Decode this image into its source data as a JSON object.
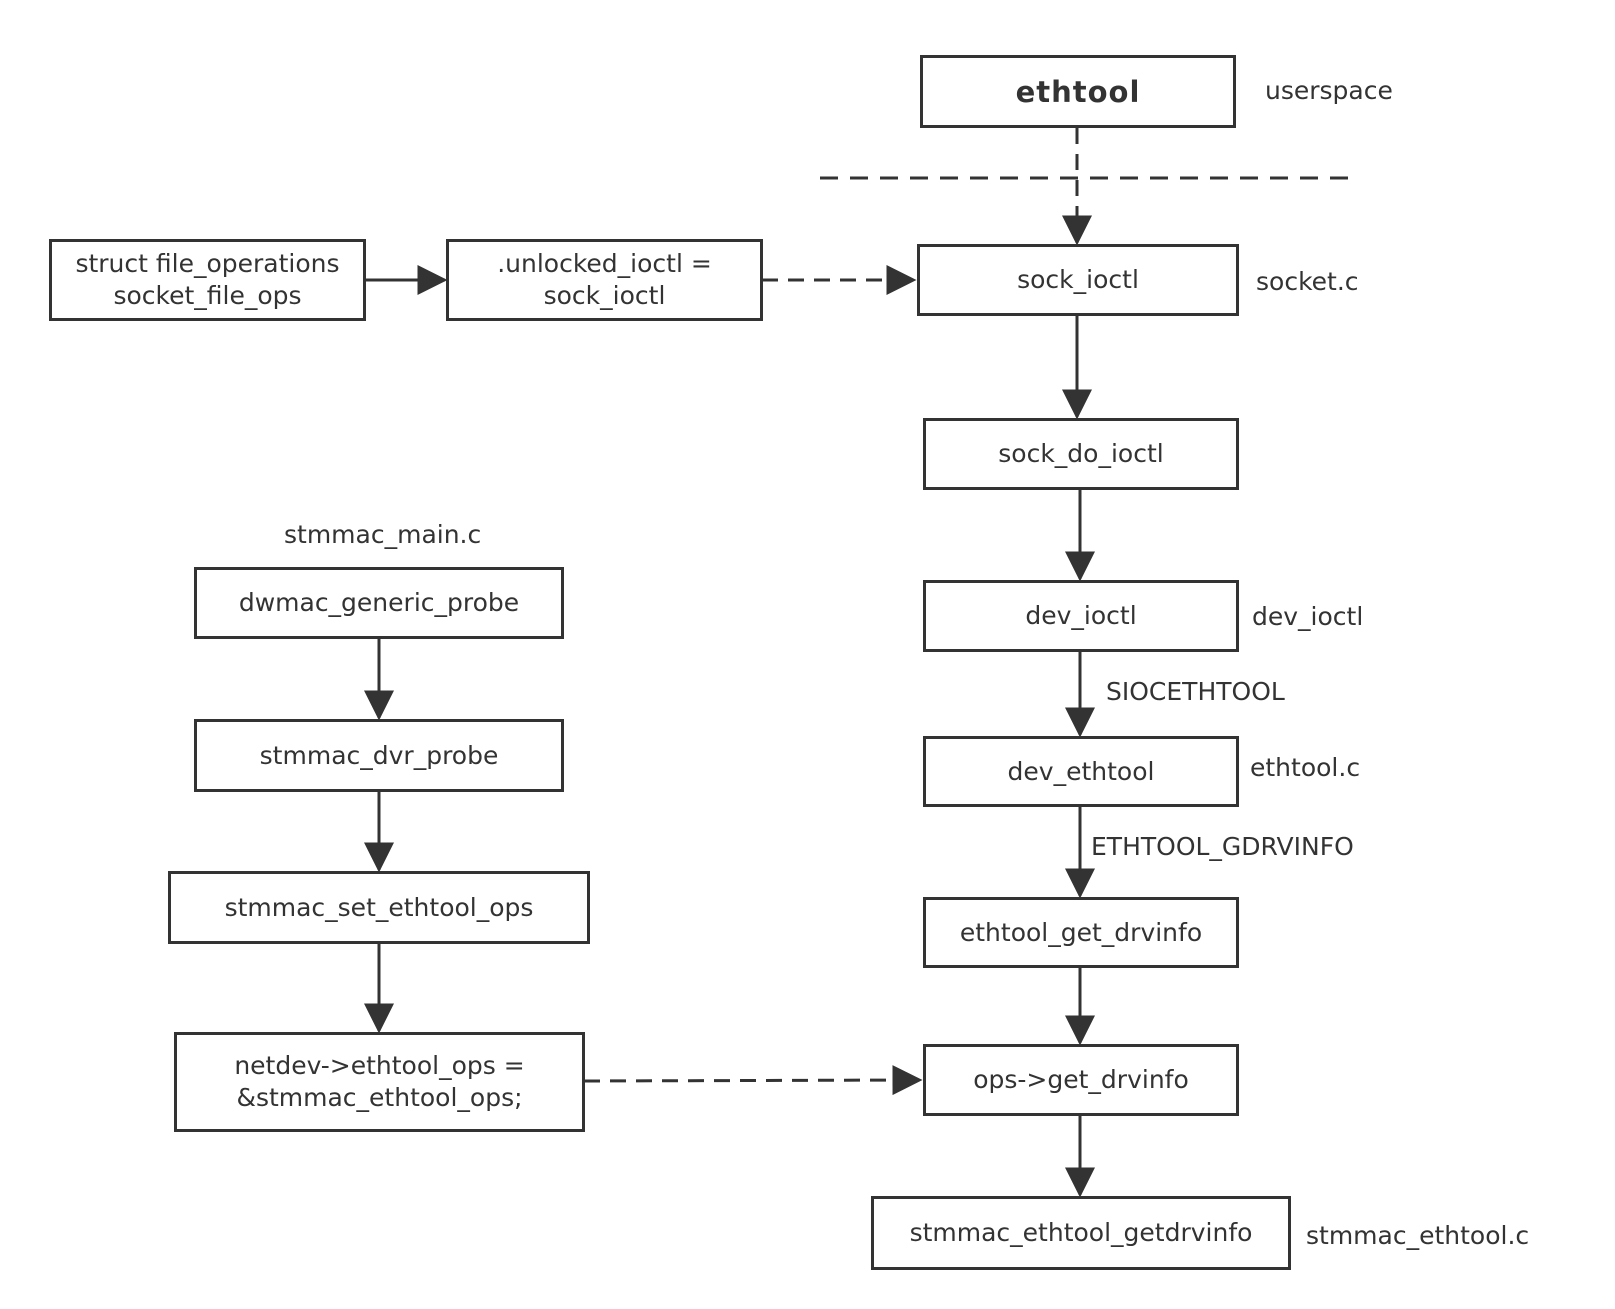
{
  "colors": {
    "stroke": "#333333",
    "background": "#ffffff",
    "text": "#333333"
  },
  "nodes": {
    "ethtool": "ethtool",
    "file_ops": "struct file_operations\nsocket_file_ops",
    "unlocked_ioctl": ".unlocked_ioctl =\nsock_ioctl",
    "sock_ioctl": "sock_ioctl",
    "sock_do_ioctl": "sock_do_ioctl",
    "dev_ioctl": "dev_ioctl",
    "dev_ethtool": "dev_ethtool",
    "ethtool_get_drvinfo": "ethtool_get_drvinfo",
    "ops_get_drvinfo": "ops->get_drvinfo",
    "stmmac_ethtool_getdrvinfo": "stmmac_ethtool_getdrvinfo",
    "dwmac_generic_probe": "dwmac_generic_probe",
    "stmmac_dvr_probe": "stmmac_dvr_probe",
    "stmmac_set_ethtool_ops": "stmmac_set_ethtool_ops",
    "netdev_ethtool_ops": "netdev->ethtool_ops =\n&stmmac_ethtool_ops;"
  },
  "labels": {
    "userspace": "userspace",
    "socket_c": "socket.c",
    "dev_ioctl_file": "dev_ioctl",
    "ethtool_c": "ethtool.c",
    "stmmac_ethtool_c": "stmmac_ethtool.c",
    "stmmac_main_c": "stmmac_main.c"
  },
  "edge_labels": {
    "siocethtool": "SIOCETHTOOL",
    "ethtool_gdrvinfo": "ETHTOOL_GDRVINFO"
  }
}
